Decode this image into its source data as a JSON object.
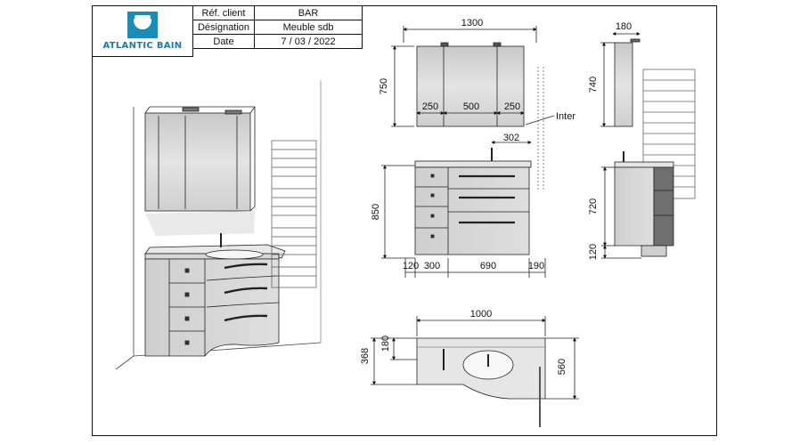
{
  "title_block": {
    "logo_text": "ATLANTIC BAIN",
    "client_label": "Réf. client",
    "client_value": "BAR",
    "designation_label": "Désignation",
    "designation_value": "Meuble sdb",
    "date_label": "Date",
    "date_value": "7 / 03 / 2022"
  },
  "dimensions": {
    "mirror_width": "1300",
    "mirror_height": "750",
    "mirror_left_panel": "250",
    "mirror_center_panel": "500",
    "mirror_right_panel": "250",
    "inter_label": "Inter",
    "side_depth": "180",
    "side_mirror_height": "740",
    "tap_offset": "302",
    "vanity_height": "850",
    "left_gap": "120",
    "drawer_column_width": "300",
    "main_drawer_width": "690",
    "right_gap": "190",
    "side_cabinet_height": "720",
    "side_plinth_height": "120",
    "plan_width": "1000",
    "plan_left_depth": "368",
    "plan_recess": "180",
    "plan_right_depth": "560"
  }
}
